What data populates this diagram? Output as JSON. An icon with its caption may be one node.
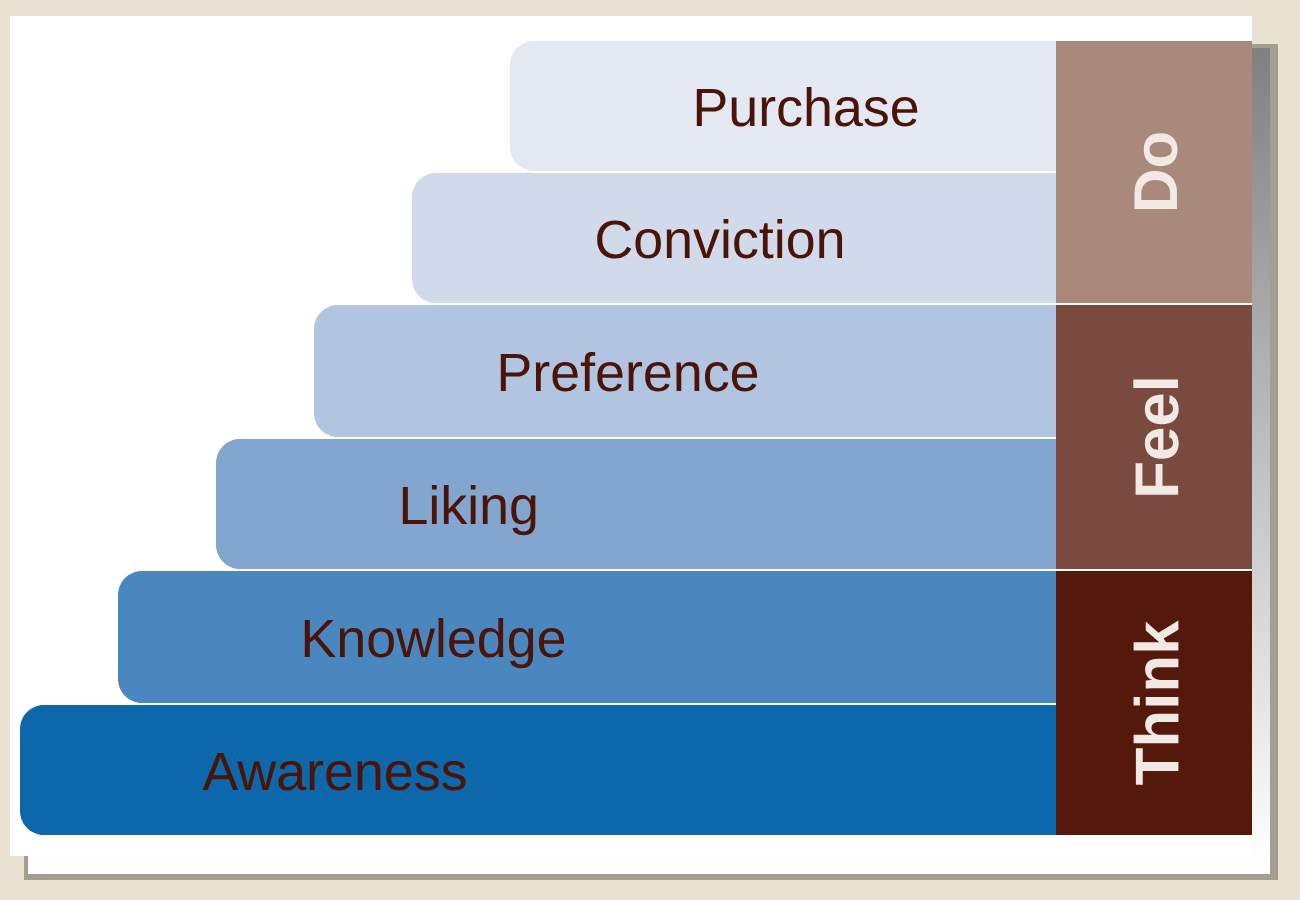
{
  "diagram": {
    "nodes": [
      {
        "text": [
          "Purchase"
        ]
      },
      {
        "text": [
          "Conviction"
        ]
      },
      {
        "text": [
          "Preference"
        ]
      },
      {
        "text": [
          "Liking"
        ]
      },
      {
        "text": [
          "Knowledge"
        ]
      },
      {
        "text": [
          "Awareness"
        ]
      },
      {
        "text": [
          "Do"
        ]
      },
      {
        "text": [
          "Feel"
        ]
      },
      {
        "text": [
          "Think"
        ]
      }
    ]
  }
}
